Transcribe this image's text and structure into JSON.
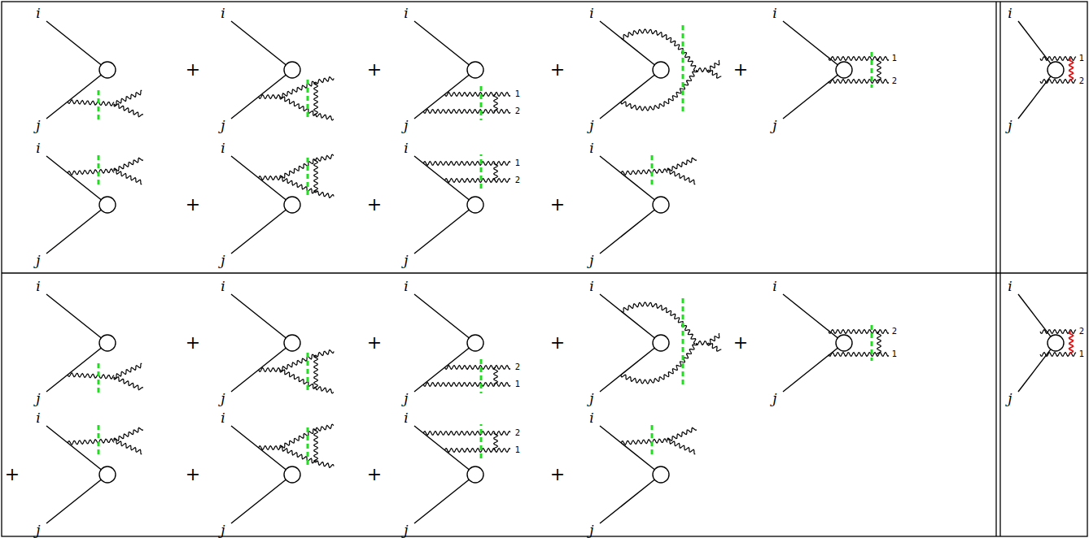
{
  "diagram": {
    "labels": [
      "i",
      "j",
      "+",
      "i",
      "j",
      "+",
      "i",
      "1",
      "2",
      "j",
      "+",
      "i",
      "j",
      "+",
      "i",
      "1",
      "2",
      "j",
      "i",
      "j",
      "+",
      "i",
      "j",
      "+",
      "i",
      "1",
      "2",
      "j",
      "+",
      "i",
      "j",
      "i",
      "1",
      "2",
      "j",
      "i",
      "j",
      "+",
      "i",
      "j",
      "+",
      "i",
      "2",
      "1",
      "j",
      "+",
      "i",
      "j",
      "+",
      "i",
      "2",
      "1",
      "j",
      "+",
      "i",
      "j",
      "+",
      "i",
      "j",
      "+",
      "i",
      "2",
      "1",
      "j",
      "+",
      "i",
      "j",
      "i",
      "2",
      "1",
      "j"
    ]
  }
}
